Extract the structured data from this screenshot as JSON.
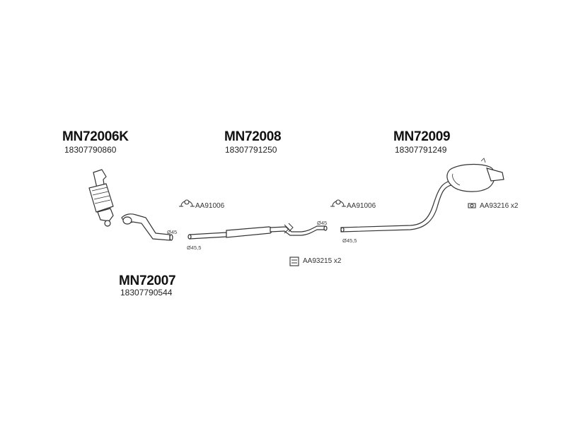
{
  "parts": {
    "catalyst": {
      "code": "MN72006K",
      "number": "18307790860"
    },
    "front_pipe": {
      "code": "MN72007",
      "number": "18307790544"
    },
    "middle_silencer": {
      "code": "MN72008",
      "number": "18307791250"
    },
    "rear_silencer": {
      "code": "MN72009",
      "number": "18307791249"
    }
  },
  "accessories": {
    "clamp_front": "AA91006",
    "clamp_rear": "AA91006",
    "hanger_middle": "AA93215 x2",
    "hanger_rear": "AA93216 x2"
  },
  "diameters": {
    "front_outlet": "Ø45",
    "middle_inlet": "Ø45,5",
    "middle_outlet": "Ø45",
    "rear_inlet": "Ø45,5"
  },
  "colors": {
    "line": "#333333",
    "fill": "#ffffff",
    "text": "#111111"
  }
}
